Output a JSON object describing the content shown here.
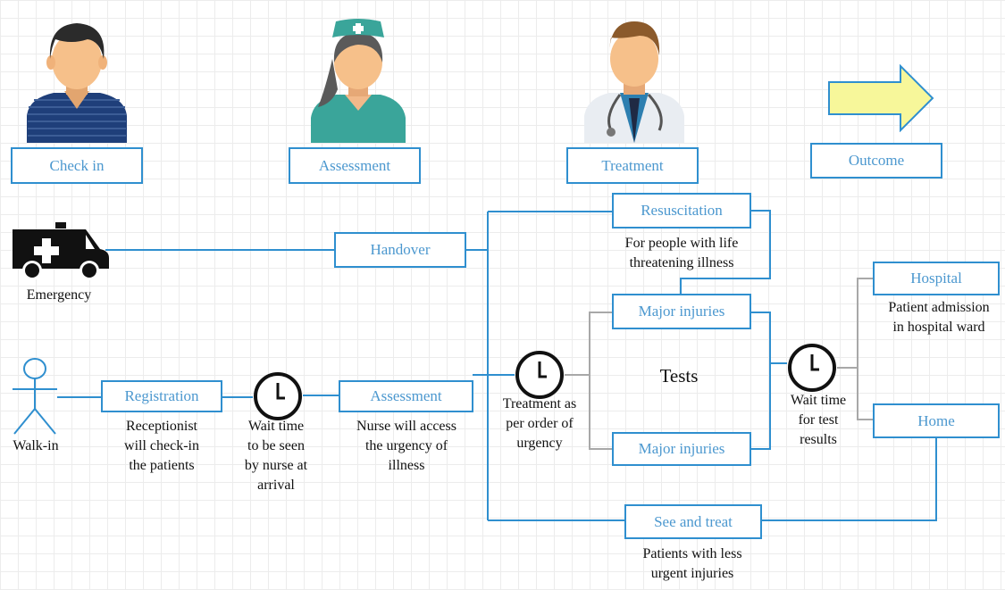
{
  "roles": {
    "check_in": "Check in",
    "assessment": "Assessment",
    "treatment": "Treatment",
    "outcome": "Outcome"
  },
  "entry": {
    "emergency": "Emergency",
    "walk_in": "Walk-in"
  },
  "steps": {
    "handover": "Handover",
    "registration": "Registration",
    "assessment": "Assessment",
    "resuscitation": "Resuscitation",
    "major_injuries_top": "Major injuries",
    "major_injuries_bottom": "Major injuries",
    "see_and_treat": "See and treat",
    "hospital": "Hospital",
    "home": "Home",
    "tests": "Tests"
  },
  "notes": {
    "receptionist": "Receptionist\nwill check-in\nthe patients",
    "wait_nurse": "Wait time\nto be seen\nby nurse at\narrival",
    "nurse_access": "Nurse will access\nthe urgency of\nillness",
    "treatment_order": "Treatment as\nper order of\nurgency",
    "life_threatening": "For people with life\nthreatening illness",
    "wait_tests": "Wait time\nfor test\nresults",
    "admission": "Patient admission\nin hospital ward",
    "less_urgent": "Patients with less\nurgent injuries"
  },
  "colors": {
    "box_border": "#2f8fcf",
    "box_text": "#4c98cf",
    "connector": "#2f8fcf",
    "gray_connector": "#a8a8a8",
    "arrow_fill": "#f7f79a",
    "arrow_stroke": "#2f8fcf"
  },
  "icons": [
    "patient-avatar-icon",
    "nurse-avatar-icon",
    "doctor-avatar-icon",
    "outcome-arrow-icon",
    "ambulance-icon",
    "stick-figure-icon",
    "clock-icon"
  ]
}
